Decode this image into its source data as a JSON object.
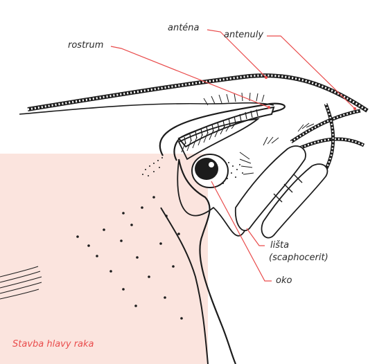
{
  "background_color": "#fbe4de",
  "panel_color": "#ffffff",
  "accent_color": "#e94b4b",
  "labels": {
    "rostrum": "rostrum",
    "antena": "anténa",
    "antenuly": "antenuly",
    "lista_1": "lišta",
    "lista_2": "(scaphocerit)",
    "oko": "oko"
  },
  "caption": "Stavba hlavy raka"
}
